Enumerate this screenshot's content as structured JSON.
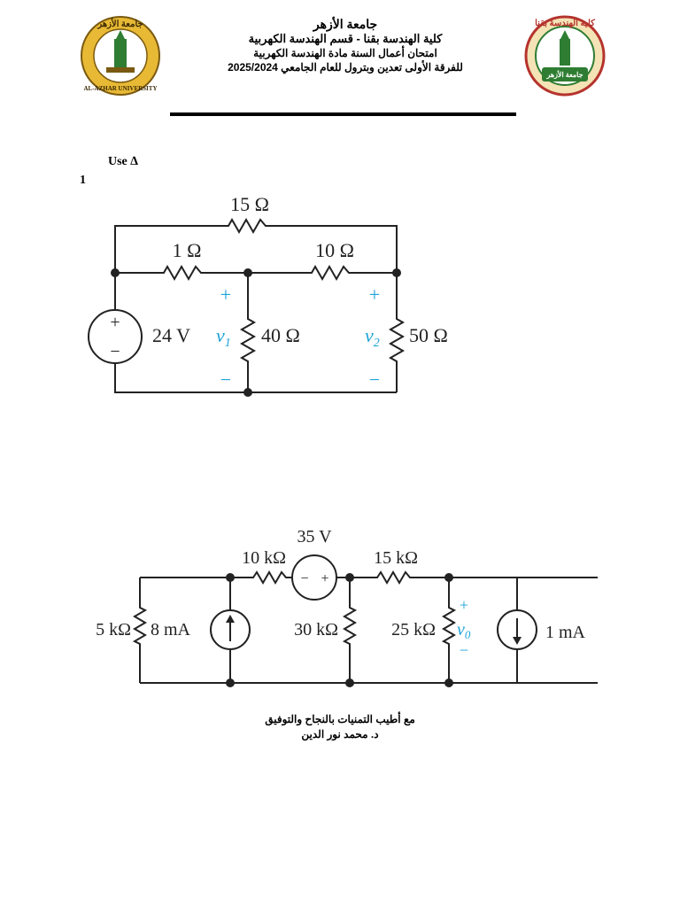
{
  "header": {
    "line1": "جامعة الأزهر",
    "line2": "كلية الهندسة بقنا - قسم الهندسة الكهربية",
    "line3": "امتحان أعمال السنة مادة الهندسة الكهربية",
    "line4": "للفرقة الأولى تعدين وبترول للعام الجامعي 2025/2024"
  },
  "logos": {
    "left_text": "جامعة الأزهر",
    "left_ring": "AL-AZHAR UNIVERSITY",
    "right_text": "كلية الهندسة بقنا",
    "right_badge": "جامعة الأزهر"
  },
  "question": {
    "instruction": "Use ∆",
    "number": "1"
  },
  "circuit1": {
    "r_top": "15 Ω",
    "r_left": "1 Ω",
    "r_mid": "10 Ω",
    "source": "24 V",
    "v1": "v",
    "v1_sub": "1",
    "r_40": "40 Ω",
    "v2": "v",
    "v2_sub": "2",
    "r_50": "50 Ω",
    "plus": "+",
    "minus": "−",
    "src_plus": "+",
    "src_minus": "−"
  },
  "circuit2": {
    "r_5k": "5 kΩ",
    "i_8ma": "8 mA",
    "r_10k": "10 kΩ",
    "v_35": "35 V",
    "src_minus": "−",
    "src_plus": "+",
    "r_30k": "30 kΩ",
    "r_15k": "15 kΩ",
    "r_25k": "25 kΩ",
    "v0": "v",
    "v0_sub": "0",
    "v0_plus": "+",
    "v0_minus": "−",
    "i_1ma": "1 mA"
  },
  "footer": {
    "line1": "مع أطيب التمنيات بالنجاح والتوفيق",
    "line2": "د. محمد نور الدين"
  },
  "colors": {
    "accent_blue": "#1ca3d8",
    "logo_gold": "#e8b935",
    "logo_green": "#2e7d32",
    "logo_red": "#b5332d"
  }
}
